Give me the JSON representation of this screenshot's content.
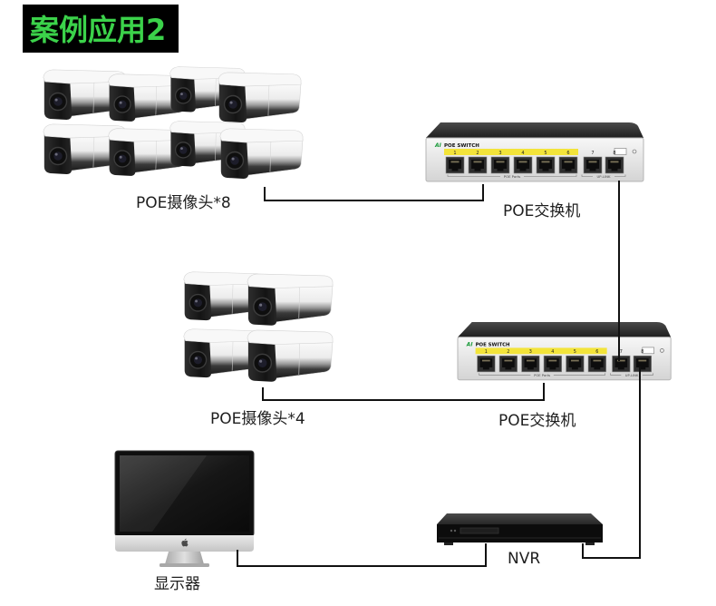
{
  "title": "案例应用2",
  "colors": {
    "title_background": "#000000",
    "title_text": "#3bd24a",
    "poe_port_strip": "#f3e43a",
    "cable": "#111111"
  },
  "camera_group_top": {
    "label": "POE摄像头*8"
  },
  "camera_group_middle": {
    "label": "POE摄像头*4"
  },
  "switch_top": {
    "label": "POE交换机"
  },
  "switch_bottom": {
    "label": "POE交换机"
  },
  "switch_panel": {
    "brand": "AI",
    "model": "POE SWITCH",
    "ports": [
      "1",
      "2",
      "3",
      "4",
      "5",
      "6",
      "7",
      "8"
    ],
    "poe_ports_label": "POE Ports",
    "uplink_label": "UP-LINK"
  },
  "nvr": {
    "label": "NVR"
  },
  "monitor": {
    "label": "显示器",
    "logo_icon": "apple-logo-icon"
  }
}
